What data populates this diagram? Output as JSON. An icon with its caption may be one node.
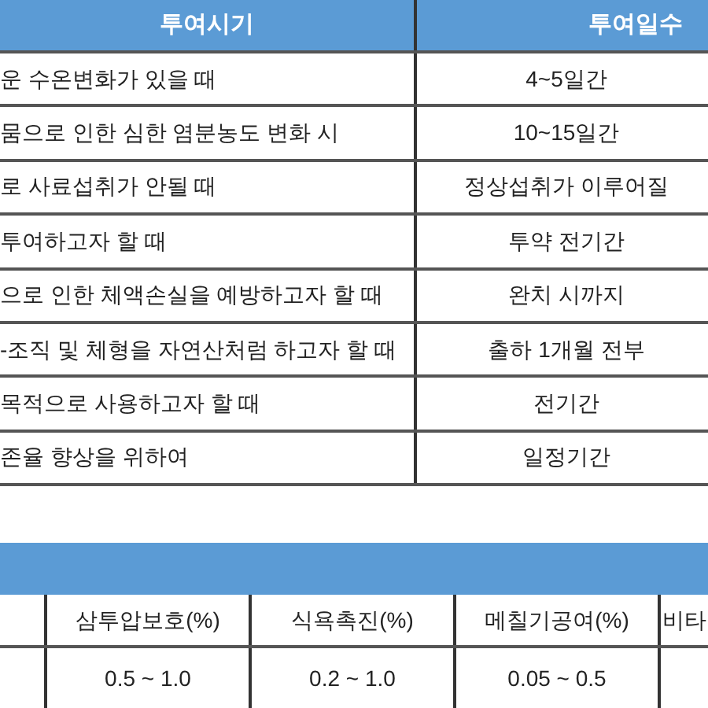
{
  "diagram": {
    "labels": [
      "투여시기",
      "투여일수",
      "운 수온변화가 있을 때",
      "4~5일간",
      "뭄으로 인한 심한 염분농도 변화 시",
      "10~15일간",
      "로 사료섭취가 안될 때",
      "정상섭취가 이루어질",
      "투여하고자 할 때",
      "투약 전기간",
      "으로 인한 체액손실을 예방하고자 할 때",
      "완치 시까지",
      "-조직 및 체형을 자연산처럼 하고자 할 때",
      "출하 1개월 전부",
      "목적으로 사용하고자 할 때",
      "전기간",
      "존율 향상을 위하여",
      "일정기간",
      "삼투압보호(%)",
      "식욕촉진(%)",
      "메칠기공여(%)",
      "비타",
      "0.5 ~ 1.0",
      "0.2 ~ 1.0",
      "0.05 ~ 0.5"
    ]
  }
}
